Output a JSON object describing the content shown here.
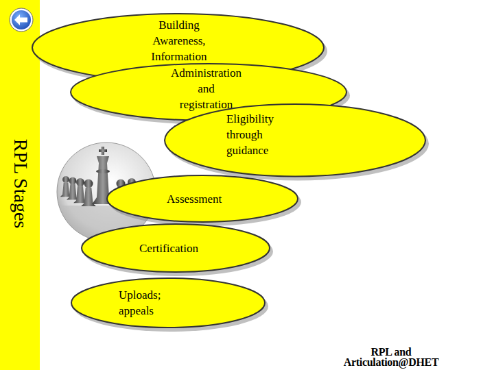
{
  "diagram": {
    "title": "RPL Stages",
    "nodes": [
      {
        "text": [
          "Building Awareness, Information and"
        ]
      },
      {
        "text": [
          "Administration and registration"
        ]
      },
      {
        "text": [
          "Eligibility through guidance"
        ]
      },
      {
        "text": [
          "Assessment"
        ]
      },
      {
        "text": [
          "Certification"
        ]
      },
      {
        "text": [
          "Uploads; appeals"
        ]
      }
    ],
    "labels": [
      "RPL and Articulation@DHET"
    ]
  }
}
